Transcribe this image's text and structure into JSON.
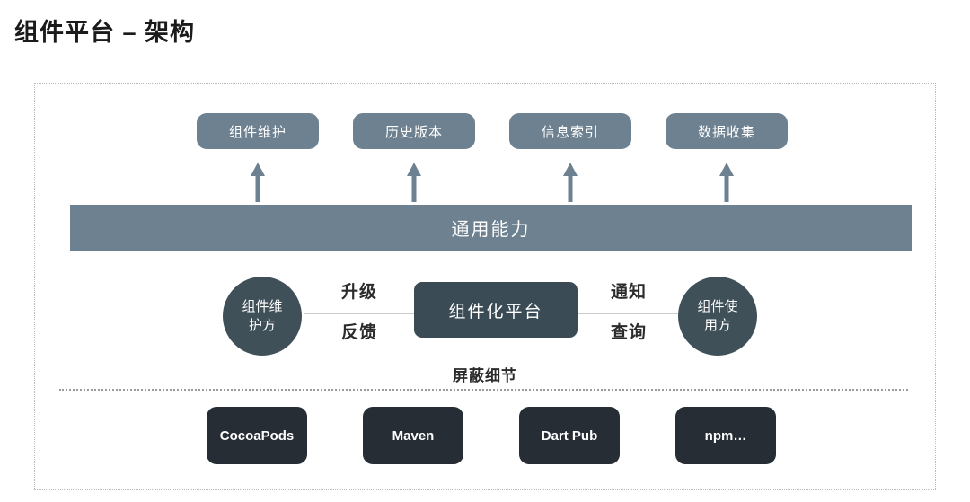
{
  "slide": {
    "title": "组件平台 – 架构"
  },
  "capabilities": {
    "items": [
      {
        "label": "组件维护"
      },
      {
        "label": "历史版本"
      },
      {
        "label": "信息索引"
      },
      {
        "label": "数据收集"
      }
    ],
    "arrow_icons": [
      "arrow-up-icon",
      "arrow-up-icon",
      "arrow-up-icon",
      "arrow-up-icon"
    ]
  },
  "common_bar": {
    "label": "通用能力"
  },
  "actors": {
    "left_circle": "组件维\n护方",
    "left_circle_line1": "组件维",
    "left_circle_line2": "护方",
    "platform": "组件化平台",
    "right_circle_line1": "组件使",
    "right_circle_line2": "用方",
    "left_connector": {
      "top_label": "升级",
      "bottom_label": "反馈"
    },
    "right_connector": {
      "top_label": "通知",
      "bottom_label": "查询"
    }
  },
  "shield": {
    "note": "屏蔽细节"
  },
  "package_managers": {
    "items": [
      {
        "label": "CocoaPods"
      },
      {
        "label": "Maven"
      },
      {
        "label": "Dart Pub"
      },
      {
        "label": "npm…"
      }
    ]
  },
  "colors": {
    "pill_slate": "#6e8190",
    "bar_slate": "#6e8190",
    "circle_dark": "#3f5059",
    "platform_dark": "#3a4b55",
    "pm_dark": "#262d35",
    "frame_border": "#b9b9b9",
    "connector_line": "#c7ccd0",
    "title_text": "#1b1b1b",
    "background": "#ffffff"
  }
}
